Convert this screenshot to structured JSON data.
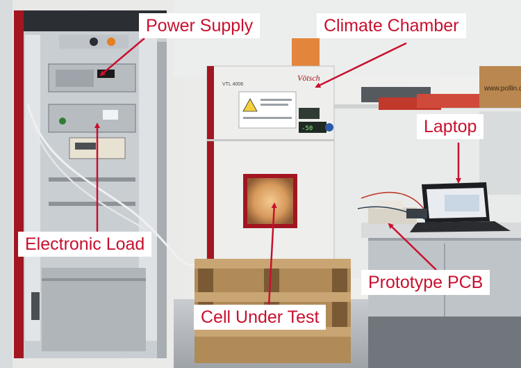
{
  "labels": {
    "power_supply": "Power Supply",
    "climate_chamber": "Climate Chamber",
    "laptop": "Laptop",
    "electronic_load": "Electronic Load",
    "prototype_pcb": "Prototype PCB",
    "cell_under_test": "Cell Under Test"
  },
  "device_text": {
    "chamber_model": "VTL 4006",
    "chamber_brand": "Vötsch",
    "wall_box": "www.pollin.de",
    "display_value": "-50"
  },
  "colors": {
    "annotation": "#c8102e",
    "label_background": "#ffffff"
  }
}
